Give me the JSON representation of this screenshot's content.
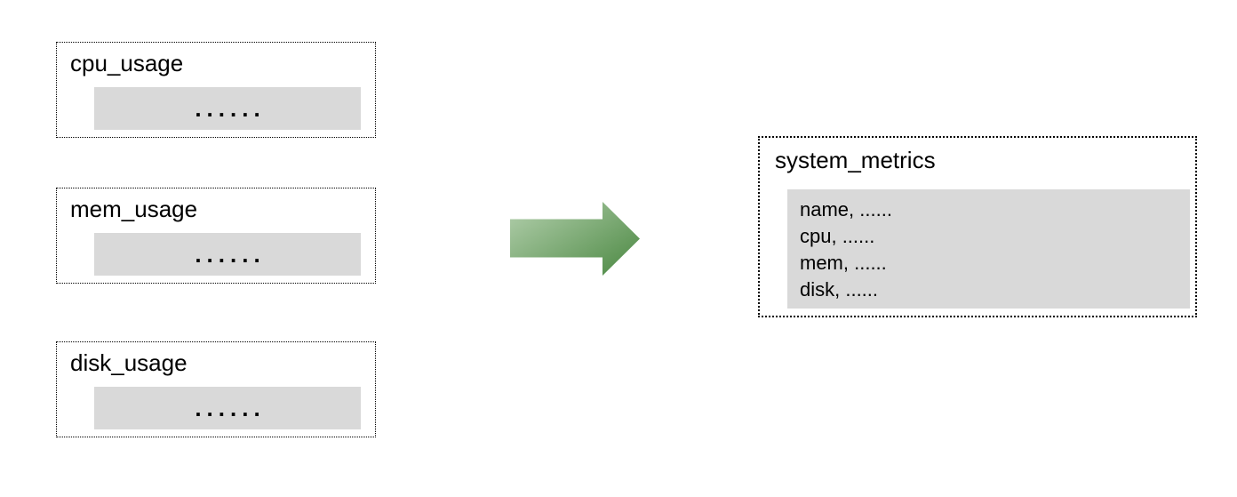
{
  "diagram": {
    "sources": [
      {
        "title": "cpu_usage",
        "dots": "......"
      },
      {
        "title": "mem_usage",
        "dots": "......"
      },
      {
        "title": "disk_usage",
        "dots": "......"
      }
    ],
    "arrow": {
      "direction": "right",
      "gradient_start": "#b4d0ae",
      "gradient_end": "#4f8b46"
    },
    "target": {
      "title": "system_metrics",
      "fields": [
        "name, ......",
        "cpu, ......",
        "mem, ......",
        "disk, ......"
      ]
    },
    "colors": {
      "panel_fill": "#d9d9d9",
      "border": "#000000",
      "background": "#ffffff",
      "text": "#000000"
    }
  }
}
